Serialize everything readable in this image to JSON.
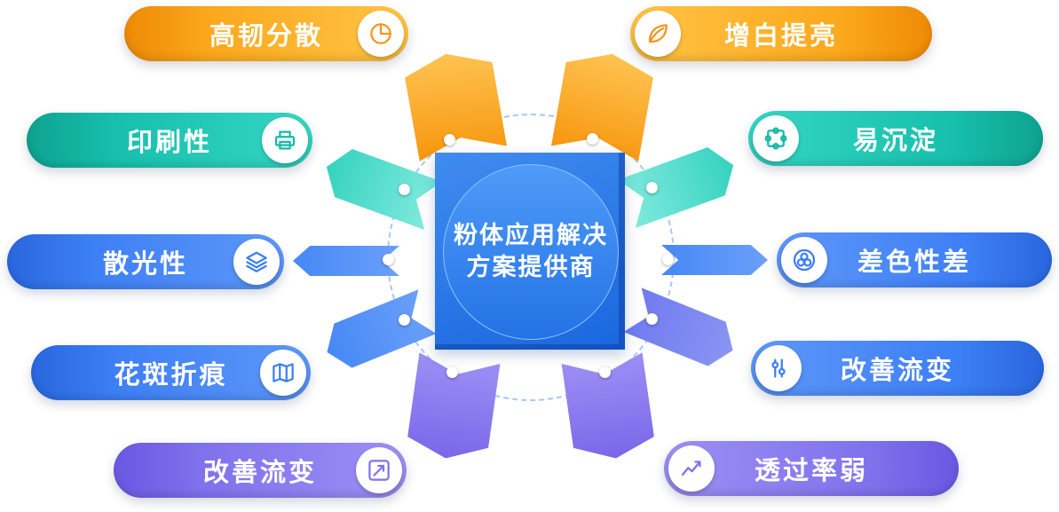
{
  "center": {
    "line1": "粉体应用解决",
    "line2": "方案提供商"
  },
  "left_items": [
    {
      "label": "高韧分散",
      "icon": "pie-chart-icon",
      "color": "#f7941d"
    },
    {
      "label": "印刷性",
      "icon": "printer-icon",
      "color": "#16baa7"
    },
    {
      "label": "散光性",
      "icon": "layers-icon",
      "color": "#3d7ff5"
    },
    {
      "label": "花斑折痕",
      "icon": "map-icon",
      "color": "#3d7ff5"
    },
    {
      "label": "改善流变",
      "icon": "trend-arrow-icon",
      "color": "#8071ec"
    }
  ],
  "right_items": [
    {
      "label": "增白提亮",
      "icon": "leaf-icon",
      "color": "#f7941d"
    },
    {
      "label": "易沉淀",
      "icon": "puzzle-icon",
      "color": "#16baa7"
    },
    {
      "label": "差色性差",
      "icon": "color-circles-icon",
      "color": "#3d7ff5"
    },
    {
      "label": "改善流变",
      "icon": "sliders-icon",
      "color": "#3d7ff5"
    },
    {
      "label": "透过率弱",
      "icon": "line-chart-icon",
      "color": "#8071ec"
    }
  ],
  "palette": {
    "orange": "#f7941d",
    "teal": "#16baa7",
    "blue": "#3d7ff5",
    "purple": "#8071ec",
    "center_blue": "#2b7bea",
    "dashed_circle": "#a9c7f5"
  }
}
